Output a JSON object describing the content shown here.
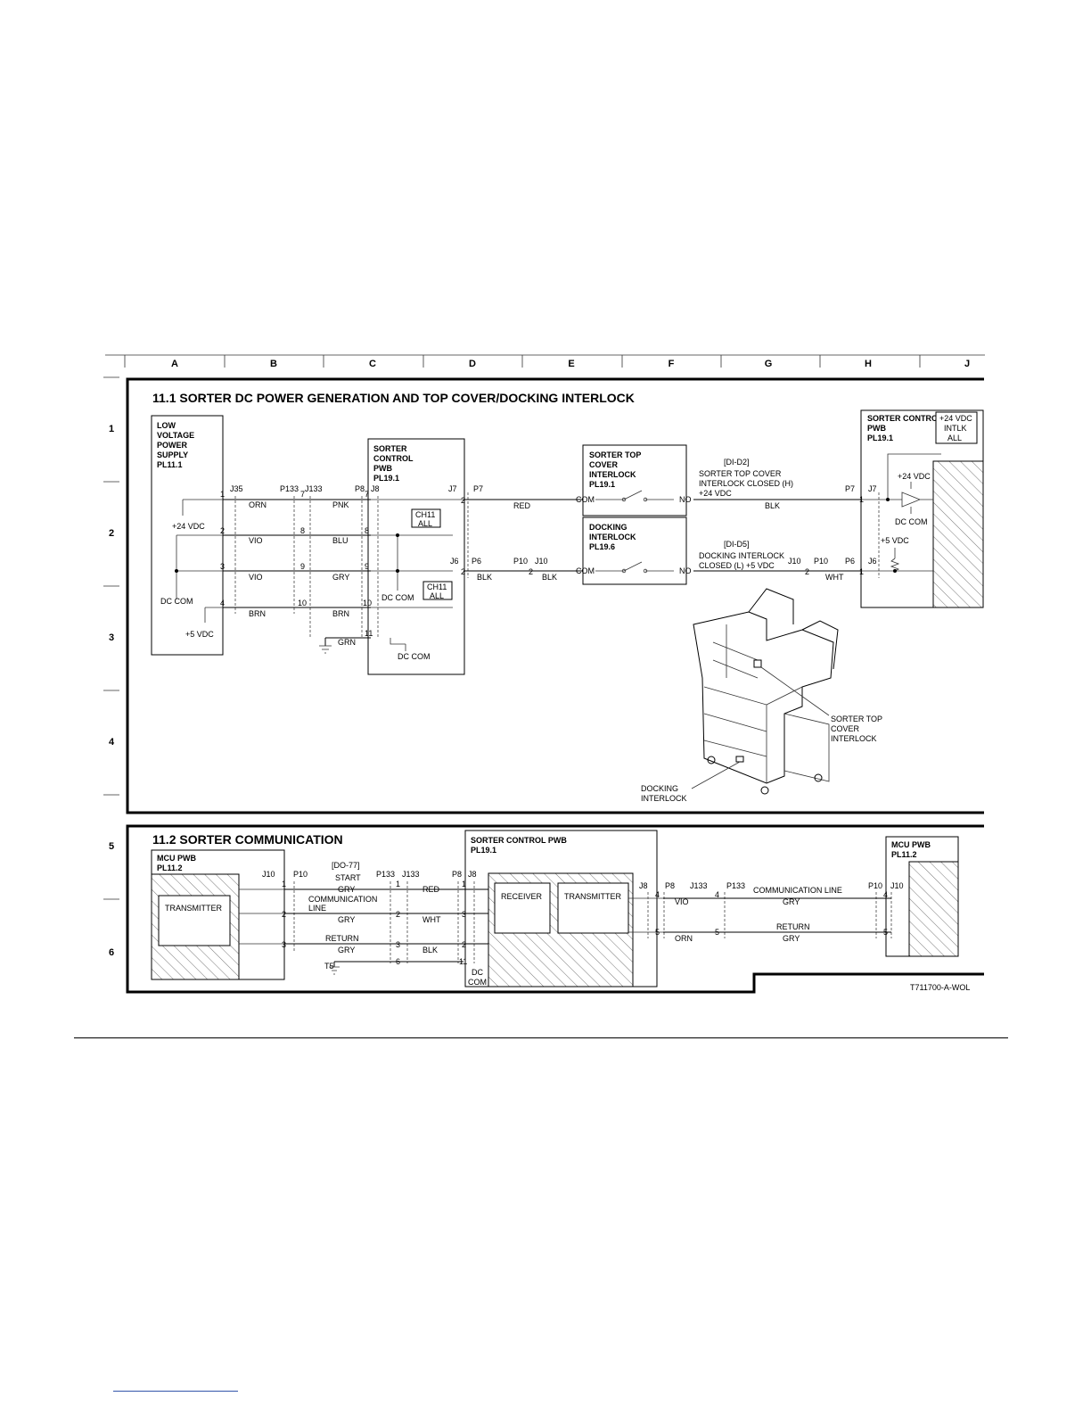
{
  "columns": [
    "A",
    "B",
    "C",
    "D",
    "E",
    "F",
    "G",
    "H",
    "J"
  ],
  "rows": [
    "1",
    "2",
    "3",
    "4",
    "5",
    "6"
  ],
  "section1": {
    "title": "11.1 SORTER DC POWER GENERATION AND TOP COVER/DOCKING INTERLOCK",
    "lvps": [
      "LOW",
      "VOLTAGE",
      "POWER",
      "SUPPLY",
      "PL11.1"
    ],
    "lvps_24": "+24 VDC",
    "lvps_dccom": "DC COM",
    "lvps_5": "+5 VDC",
    "conn_j35": "J35",
    "conn_p133": "P133",
    "conn_j133": "J133",
    "conn_p8": "P8",
    "conn_j8": "J8",
    "conn_j7": "J7",
    "conn_p7": "P7",
    "conn_j6": "J6",
    "conn_p6": "P6",
    "conn_p10": "P10",
    "conn_j10": "J10",
    "pins": [
      "1",
      "2",
      "3",
      "4",
      "7",
      "8",
      "9",
      "10",
      "11",
      "2",
      "2",
      "1"
    ],
    "wire_orn": "ORN",
    "wire_vio": "VIO",
    "wire_brn": "BRN",
    "wire_pnk": "PNK",
    "wire_blu": "BLU",
    "wire_gry": "GRY",
    "wire_grn": "GRN",
    "wire_red": "RED",
    "wire_blk": "BLK",
    "wire_wht": "WHT",
    "scpwb": [
      "SORTER",
      "CONTROL",
      "PWB",
      "PL19.1"
    ],
    "ch11": [
      "CH11",
      "ALL"
    ],
    "dc_com": "DC COM",
    "top_cover": [
      "SORTER TOP",
      "COVER",
      "INTERLOCK",
      "PL19.1"
    ],
    "docking": [
      "DOCKING",
      "INTERLOCK",
      "PL19.6"
    ],
    "com": "COM",
    "no": "NO",
    "sig_d2": [
      "[DI-D2]",
      "SORTER TOP COVER",
      "INTERLOCK CLOSED (H)",
      "+24 VDC"
    ],
    "sig_d5": [
      "[DI-D5]",
      "DOCKING INTERLOCK",
      "CLOSED (L) +5 VDC"
    ],
    "right_pwb": [
      "SORTER CONTROL",
      "PWB",
      "PL19.1"
    ],
    "intlk": [
      "+24 VDC",
      "INTLK",
      "ALL"
    ],
    "r_24": "+24 VDC",
    "r_dccom": "DC COM",
    "r_5": "+5 VDC",
    "callout_top": [
      "SORTER TOP",
      "COVER",
      "INTERLOCK"
    ],
    "callout_dock": [
      "DOCKING",
      "INTERLOCK"
    ]
  },
  "section2": {
    "title": "11.2 SORTER COMMUNICATION",
    "mcu": [
      "MCU PWB",
      "PL11.2"
    ],
    "transmitter": "TRANSMITTER",
    "receiver": "RECEIVER",
    "scpwb": [
      "SORTER CONTROL PWB",
      "PL19.1"
    ],
    "conn_j10": "J10",
    "conn_p10": "P10",
    "conn_p133": "P133",
    "conn_j133": "J133",
    "conn_p8": "P8",
    "conn_j8": "J8",
    "sig_do77": [
      "[DO-77]",
      "START"
    ],
    "comm_line": [
      "COMMUNICATION",
      "LINE"
    ],
    "comm_line_r": "COMMUNICATION LINE",
    "return": "RETURN",
    "wire_gry": "GRY",
    "wire_red": "RED",
    "wire_wht": "WHT",
    "wire_blk": "BLK",
    "wire_vio": "VIO",
    "wire_orn": "ORN",
    "t5": "T5",
    "dc_com": [
      "DC",
      "COM"
    ],
    "pins": [
      "1",
      "2",
      "3",
      "1",
      "2",
      "3",
      "6",
      "1",
      "2",
      "3",
      "11",
      "4",
      "5",
      "4",
      "5",
      "4",
      "5"
    ],
    "doc_id": "T711700-A-WOL"
  }
}
